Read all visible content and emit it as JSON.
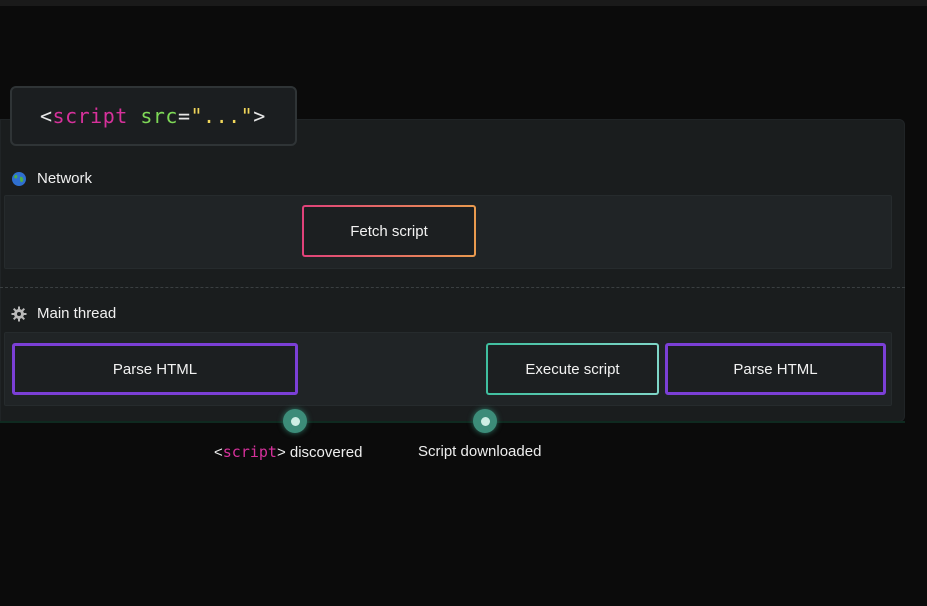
{
  "code_snippet": {
    "open": "<",
    "tag": "script",
    "space": " ",
    "attr": "src",
    "eq": "=",
    "value": "\"...\"",
    "close": ">"
  },
  "network": {
    "label": "Network",
    "icon": "globe-icon",
    "block": "Fetch script"
  },
  "main_thread": {
    "label": "Main thread",
    "icon": "gear-icon",
    "blocks": [
      "Parse HTML",
      "Execute script",
      "Parse HTML"
    ]
  },
  "markers": [
    {
      "prefix": "<",
      "code": "script",
      "suffix": "> discovered"
    },
    {
      "label": "Script downloaded"
    }
  ],
  "colors": {
    "tag": "#d6319b",
    "attr": "#7ed957",
    "string": "#f0d65a",
    "parse_border": "#7b3fd6",
    "fetch_gradient": [
      "#e0417a",
      "#e99a4e"
    ],
    "execute_gradient": [
      "#3fbf9f",
      "#7fd6c8"
    ],
    "marker": "#3c8c79"
  }
}
